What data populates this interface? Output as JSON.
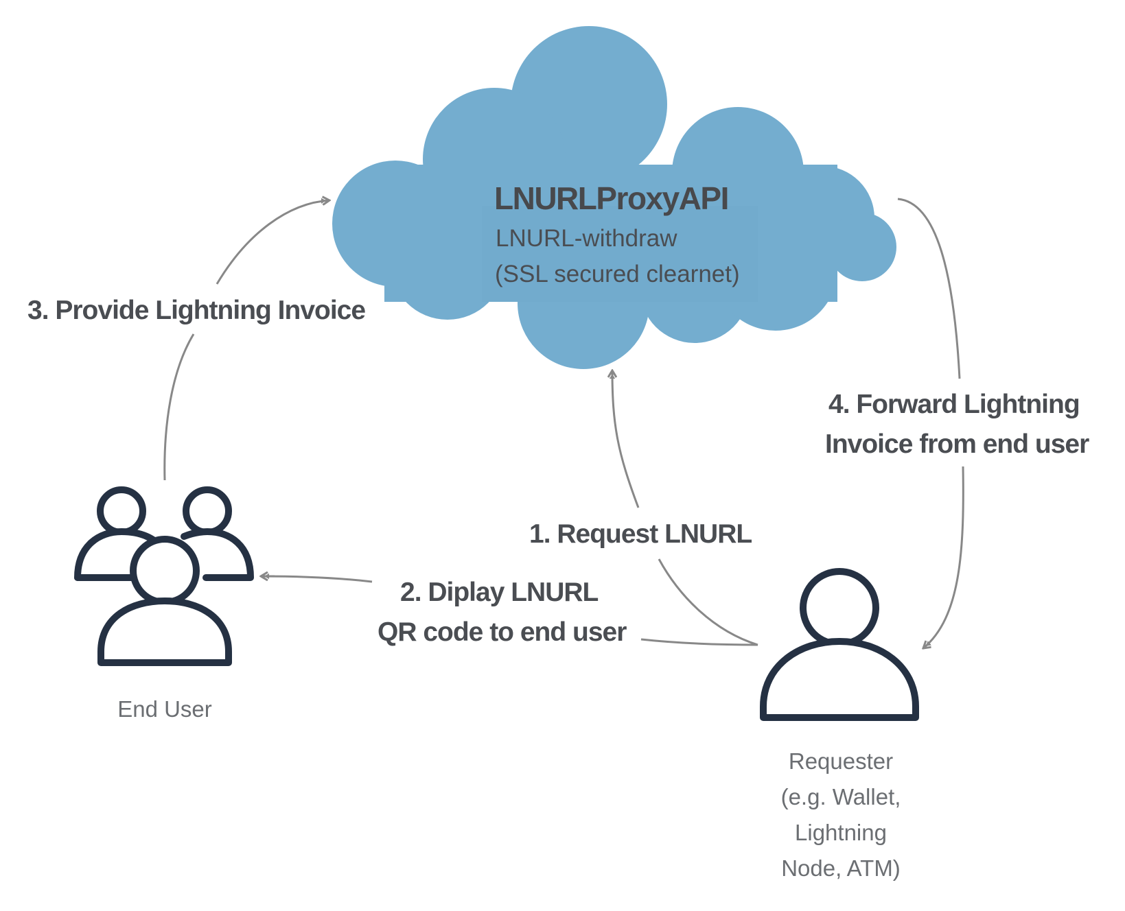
{
  "cloud": {
    "title": "LNURLProxyAPI",
    "subtitle_line1": "LNURL-withdraw",
    "subtitle_line2": "(SSL secured clearnet)",
    "color": "#74adcf"
  },
  "steps": {
    "step1": "1. Request LNURL",
    "step2_line1": "2. Diplay LNURL",
    "step2_line2": "QR code to end user",
    "step3": "3. Provide Lightning Invoice",
    "step4_line1": "4. Forward Lightning",
    "step4_line2": "Invoice from end user"
  },
  "actors": {
    "end_user": {
      "label": "End User",
      "icon": "group-of-users-icon"
    },
    "requester": {
      "label_lines": [
        "Requester",
        "(e.g. Wallet,",
        "Lightning",
        "Node, ATM)"
      ],
      "icon": "single-user-icon"
    }
  },
  "colors": {
    "icon_stroke": "#253143",
    "arrow": "#888888",
    "text": "#4a4d52"
  }
}
